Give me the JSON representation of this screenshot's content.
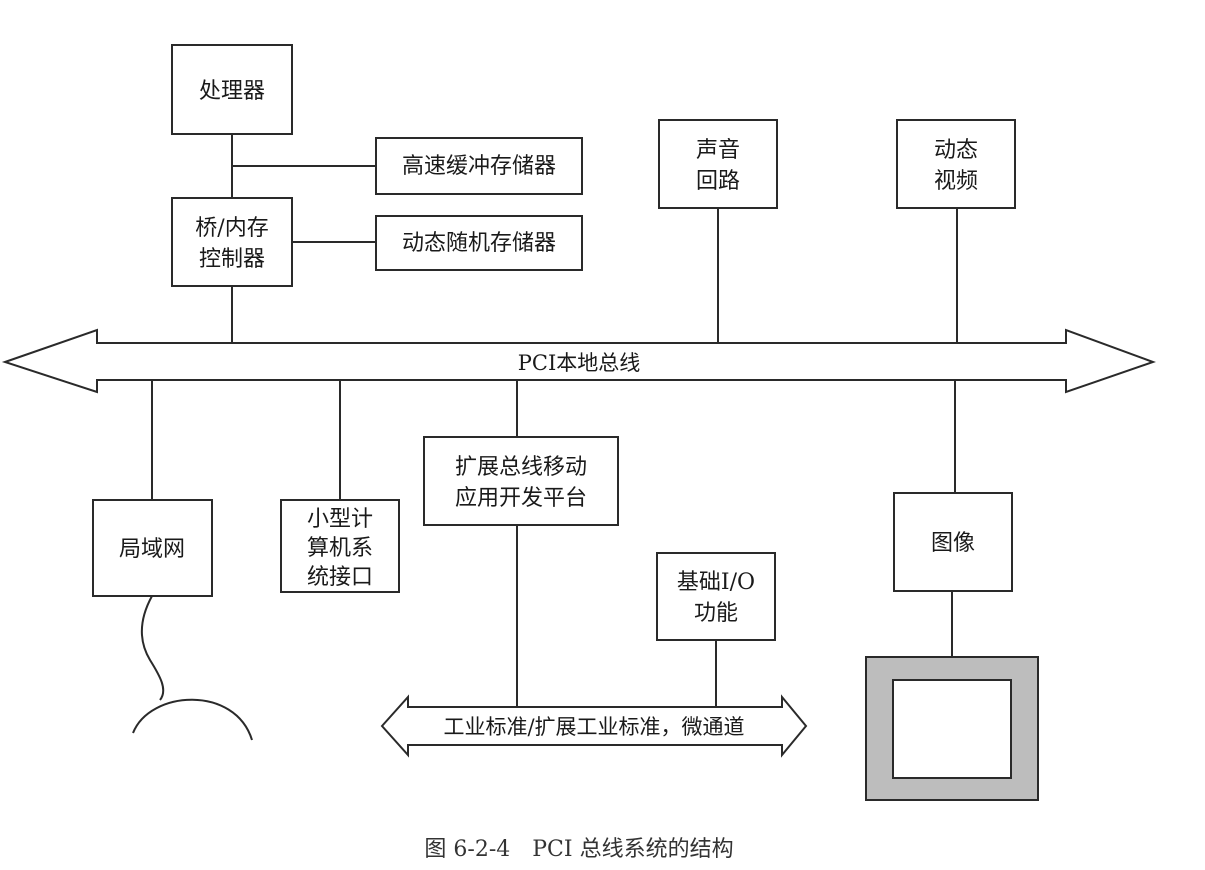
{
  "boxes": {
    "processor": [
      "处理器"
    ],
    "cache": [
      "高速缓冲存储器"
    ],
    "bridge": [
      "桥/内存",
      "控制器"
    ],
    "dram": [
      "动态随机存储器"
    ],
    "audio": [
      "声音",
      "回路"
    ],
    "video": [
      "动态",
      "视频"
    ],
    "lan": [
      "局域网"
    ],
    "scsi": [
      "小型计",
      "算机系",
      "统接口"
    ],
    "expansion": [
      "扩展总线移动",
      "应用开发平台"
    ],
    "basic_io": [
      "基础I/O",
      "功能"
    ],
    "graphics": [
      "图像"
    ]
  },
  "buses": {
    "pci": "PCI本地总线",
    "isa": "工业标准/扩展工业标准，微通道"
  },
  "caption": "图 6-2-4　PCI 总线系统的结构",
  "colors": {
    "stroke": "#2a2a2a",
    "monitor_bezel": "#bdbdbd"
  }
}
